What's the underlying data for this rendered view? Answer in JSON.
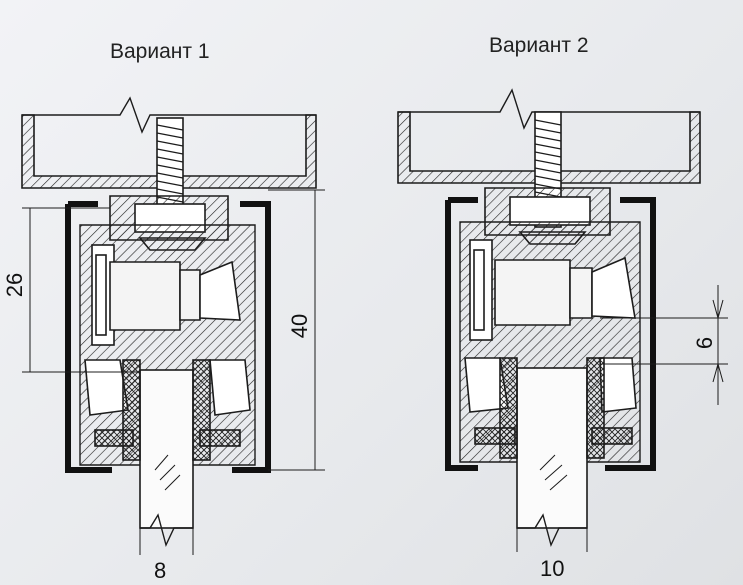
{
  "variants": [
    {
      "title": "Вариант 1"
    },
    {
      "title": "Вариант 2"
    }
  ],
  "dimensions": {
    "v1_height_inner": "26",
    "v1_height_total": "40",
    "v1_glass": "8",
    "v2_offset": "6",
    "v2_glass": "10"
  },
  "colors": {
    "line": "#1c1c1c",
    "background": "#eceef1"
  }
}
